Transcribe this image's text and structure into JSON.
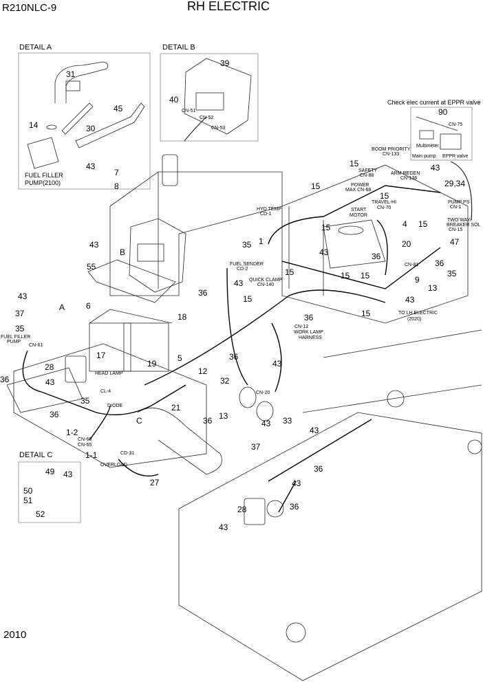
{
  "header": {
    "model": "R210NLC-9",
    "title": "RH ELECTRIC"
  },
  "page_number": "2010",
  "detail_a": {
    "title": "DETAIL A",
    "labels": [
      "31",
      "14",
      "30",
      "45",
      "43",
      "FUEL FILLER",
      "PUMP(2100)"
    ]
  },
  "detail_b": {
    "title": "DETAIL B",
    "labels": [
      "39",
      "40",
      "CN-51",
      "CN-52",
      "CN-53"
    ]
  },
  "detail_c": {
    "title": "DETAIL C",
    "labels": [
      "49",
      "43",
      "50",
      "51",
      "52"
    ]
  },
  "eppr_note": {
    "title": "Check elec current at EPPR valve",
    "labels": [
      "90",
      "CN-75",
      "Multimeter",
      "Main pump",
      "EPPR valve"
    ]
  },
  "callouts": [
    "7",
    "8",
    "43",
    "55",
    "B",
    "35",
    "1",
    "15",
    "15",
    "43",
    "29,34",
    "BOOM PRIORITY",
    "CN-133",
    "SAFETY",
    "CN-88",
    "ARM REGEN",
    "CN-136",
    "POWER",
    "MAX  CN-68",
    "TRAVEL-HI",
    "CN-70",
    "START",
    "MOTOR",
    "4",
    "15",
    "15",
    "HYD TEMP",
    "CD-1",
    "PUMP PS",
    "CN-1",
    "TWO WAY/",
    "BREAKER SOL",
    "CN-15",
    "20",
    "47",
    "43",
    "36",
    "CN-81",
    "36",
    "35",
    "FUEL SENDER",
    "CD-2",
    "43",
    "15",
    "15",
    "9",
    "43",
    "13",
    "QUICK CLAMP",
    "CN-140",
    "36",
    "15",
    "15",
    "TO LH ELECTRIC",
    "(2020)",
    "43",
    "6",
    "18",
    "A",
    "37",
    "35",
    "FUEL FILLER",
    "PUMP",
    "CN-61",
    "36",
    "CN-12",
    "WORK LAMP",
    "HARNESS",
    "17",
    "19",
    "5",
    "28",
    "HEAD LAMP",
    "CL-4",
    "36",
    "43",
    "36",
    "43",
    "12",
    "32",
    "CN-20",
    "35",
    "36",
    "DIODE",
    "21",
    "C",
    "13",
    "33",
    "43",
    "36",
    "43",
    "37",
    "1-2",
    "CN-60",
    "CN-65",
    "1-1",
    "CD-31",
    "OVERLOAD",
    "27",
    "36",
    "43",
    "28",
    "36",
    "43",
    "15",
    "15"
  ]
}
